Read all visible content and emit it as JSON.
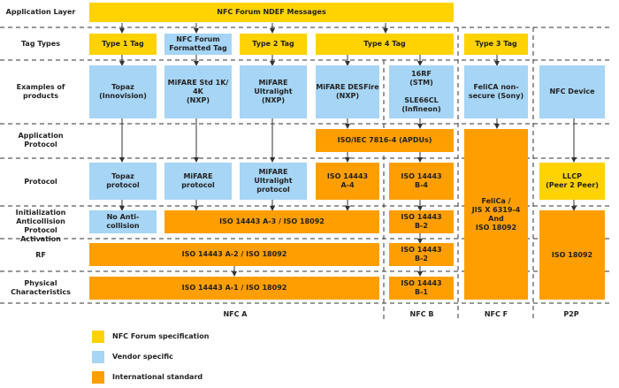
{
  "colors": {
    "nfc_forum": "#FFD200",
    "vendor": "#A6D5F5",
    "international": "#FF9E00"
  },
  "rows": {
    "application_layer": "Application Layer",
    "tag_types": "Tag Types",
    "examples": "Examples of\nproducts",
    "application_protocol": "Application\nProtocol",
    "protocol": "Protocol",
    "init": "Initialization\nAnticollision\nProtocol\nActivation",
    "rf": "RF",
    "physical": "Physical\nCharacteristics"
  },
  "boxes": {
    "ndef": "NFC Forum NDEF Messages",
    "type1": "Type 1 Tag",
    "forum_formatted": "NFC Forum\nFormatted Tag",
    "type2": "Type 2 Tag",
    "type4": "Type 4 Tag",
    "type3": "Type 3 Tag",
    "topaz": "Topaz\n(Innovision)",
    "mifare_std": "MiFARE Std 1K/\n4K\n(NXP)",
    "mifare_ul": "MiFARE Ultralight\n(NXP)",
    "desfire": "MiFARE DESFire\n(NXP)",
    "rf16": "16RF\n(STM)\n\nSLE66CL\n(Infineon)",
    "felica_prod": "FeliCA non-\nsecure (Sony)",
    "nfc_device": "NFC Device",
    "apdu": "ISO/IEC 7816-4 (APDUs)",
    "topaz_protocol": "Topaz\nprotocol",
    "mifare_protocol": "MiFARE\nprotocol",
    "mifare_ul_protocol": "MiFARE\nUltralight\nprotocol",
    "iso_a4": "ISO 14443\nA-4",
    "iso_b4": "ISO 14443\nB-4",
    "felica_std": "FeliCa /\nJIS X 6319-4\nAnd\nISO 18092",
    "llcp": "LLCP\n(Peer 2 Peer)",
    "no_anticollision": "No Anti-\ncollision",
    "iso_a3": "ISO 14443 A-3 / ISO 18092",
    "iso_b2_init": "ISO 14443\nB-2",
    "iso_a2": "ISO 14443 A-2 / ISO 18092",
    "iso_b2_rf": "ISO 14443\nB-2",
    "iso_18092": "ISO 18092",
    "iso_a1": "ISO 14443 A-1 / ISO 18092",
    "iso_b1": "ISO 14443\nB-1"
  },
  "columns": {
    "nfc_a": "NFC A",
    "nfc_b": "NFC B",
    "nfc_f": "NFC F",
    "p2p": "P2P"
  },
  "legend": {
    "nfc_forum": "NFC Forum specification",
    "vendor": "Vendor specific",
    "international": "International standard"
  }
}
